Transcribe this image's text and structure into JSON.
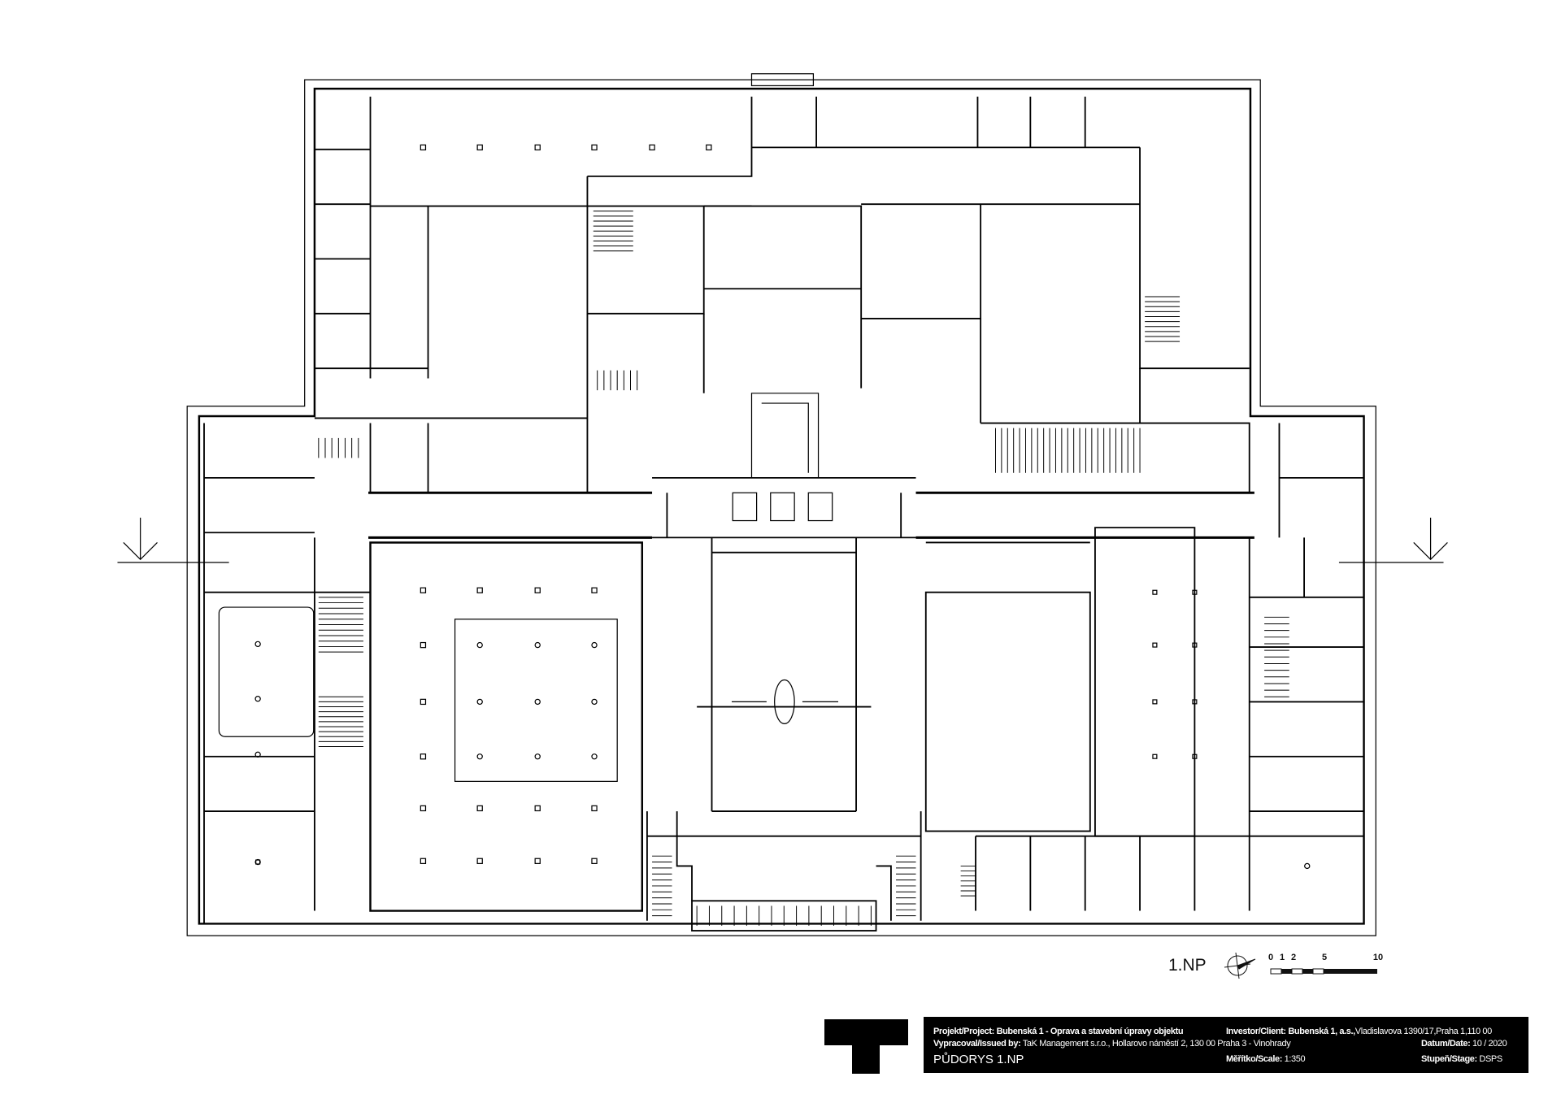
{
  "drawing": {
    "floor_label": "1.NP",
    "scale_bar": {
      "ticks": [
        "0",
        "1",
        "2",
        "5",
        "10"
      ],
      "unit_segments": [
        1,
        1,
        1,
        1,
        1,
        5
      ]
    },
    "north_arrow": "north-arrow-icon"
  },
  "title_block": {
    "project_label": "Projekt/Project:",
    "project_value": "Bubenská 1 - Oprava a stavební úpravy objektu",
    "investor_label": "Investor/Client:",
    "investor_value_bold": "Bubenská 1, a.s.,",
    "investor_value": "Vladislavova 1390/17,Praha 1,110 00",
    "issued_label": "Vypracoval/Issued by:",
    "issued_value": "TaK Management s.r.o., Hollarovo náměstí 2, 130 00 Praha 3 - Vinohrady",
    "date_label": "Datum/Date:",
    "date_value": "10 / 2020",
    "drawing_title": "PŮDORYS 1.NP",
    "scale_label": "Měřítko/Scale:",
    "scale_value": "1:350",
    "stage_label": "Stupeň/Stage:",
    "stage_value": "DSPS"
  }
}
